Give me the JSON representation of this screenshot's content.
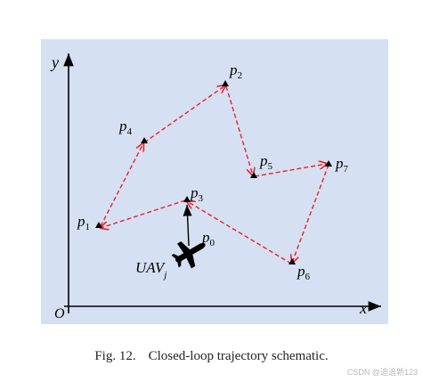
{
  "diagram": {
    "axis_y_label": "y",
    "axis_x_label": "x",
    "origin_label": "O",
    "points": [
      {
        "id": "p0",
        "base": "p",
        "sub": "0"
      },
      {
        "id": "p1",
        "base": "p",
        "sub": "1"
      },
      {
        "id": "p2",
        "base": "p",
        "sub": "2"
      },
      {
        "id": "p3",
        "base": "p",
        "sub": "3"
      },
      {
        "id": "p4",
        "base": "p",
        "sub": "4"
      },
      {
        "id": "p5",
        "base": "p",
        "sub": "5"
      },
      {
        "id": "p6",
        "base": "p",
        "sub": "6"
      },
      {
        "id": "p7",
        "base": "p",
        "sub": "7"
      }
    ],
    "uav_label": {
      "base": "UAV",
      "sub": "j"
    },
    "path_color": "#e8202a",
    "panel_color": "#d5e0f2"
  },
  "caption": {
    "number": "Fig. 12.",
    "text": "Closed-loop trajectory schematic."
  },
  "watermark": "CSDN @追追新123"
}
